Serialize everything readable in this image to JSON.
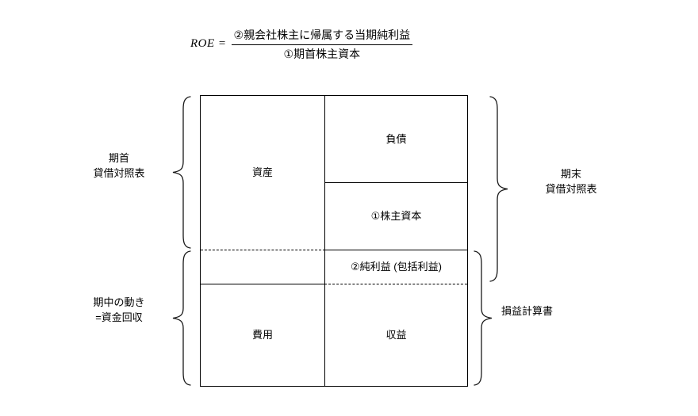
{
  "formula": {
    "lhs": "ROE =",
    "numerator": "②親会社株主に帰属する当期純利益",
    "denominator": "①期首株主資本"
  },
  "diagram": {
    "cells": {
      "assets": "資産",
      "liabilities": "負債",
      "equity": "①株主資本",
      "net_income": "②純利益 (包括利益)",
      "expenses": "費用",
      "revenue": "収益"
    },
    "labels": {
      "left_top_line1": "期首",
      "left_top_line2": "貸借対照表",
      "left_bottom_line1": "期中の動き",
      "left_bottom_line2": "=資金回収",
      "right_top_line1": "期末",
      "right_top_line2": "貸借対照表",
      "right_bottom": "損益計算書"
    }
  },
  "colors": {
    "line": "#000000",
    "text": "#000000",
    "background": "#ffffff"
  }
}
